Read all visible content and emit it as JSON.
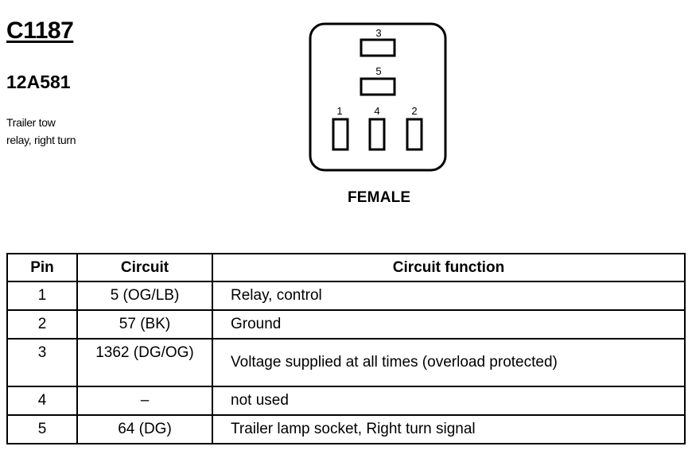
{
  "header": {
    "connector_id": "C1187",
    "part_number": "12A581",
    "description_line1": "Trailer tow",
    "description_line2": "relay, right turn"
  },
  "connector": {
    "gender_label": "FEMALE",
    "pin_labels": {
      "p1": "1",
      "p2": "2",
      "p3": "3",
      "p4": "4",
      "p5": "5"
    }
  },
  "table": {
    "headers": {
      "pin": "Pin",
      "circuit": "Circuit",
      "function": "Circuit function"
    },
    "rows": [
      {
        "pin": "1",
        "circuit": "5 (OG/LB)",
        "function": "Relay, control"
      },
      {
        "pin": "2",
        "circuit": "57 (BK)",
        "function": "Ground"
      },
      {
        "pin": "3",
        "circuit": "1362 (DG/OG)",
        "function": "Voltage supplied at all times (overload protected)"
      },
      {
        "pin": "4",
        "circuit": "–",
        "function": "not used"
      },
      {
        "pin": "5",
        "circuit": "64 (DG)",
        "function": "Trailer lamp socket, Right turn signal"
      }
    ]
  }
}
